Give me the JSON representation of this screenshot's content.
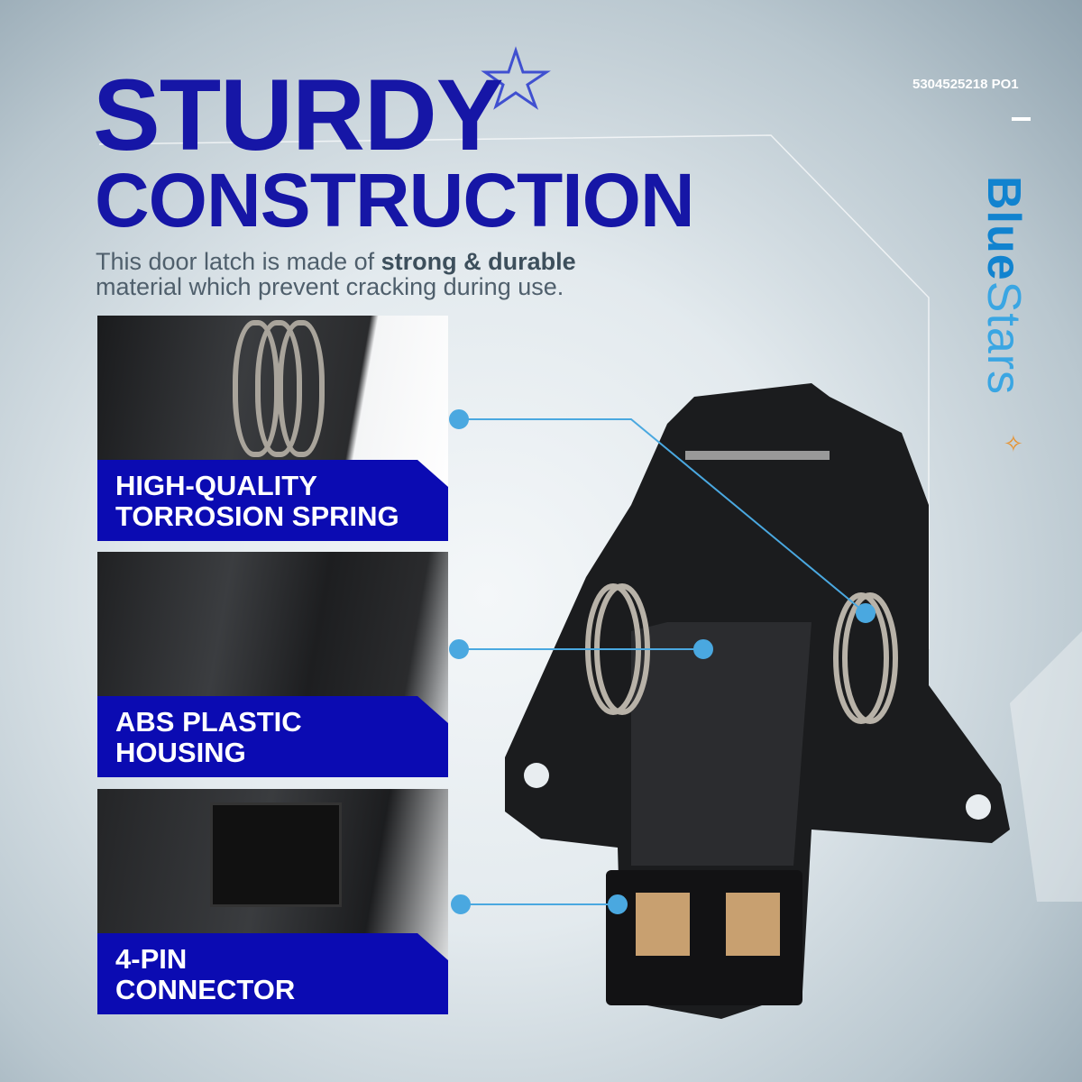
{
  "headline": {
    "line1": "STURDY",
    "line2": "CONSTRUCTION"
  },
  "description": {
    "part1": "This door latch is made of ",
    "bold": "strong & durable",
    "part2": "material which prevent cracking during use."
  },
  "part_code": "5304525218 PO1",
  "brand": {
    "name": "BlueStars",
    "part_a": "Blue",
    "part_b": "Stars"
  },
  "features": [
    {
      "line1": "HIGH-QUALITY",
      "line2": "TORROSION SPRING"
    },
    {
      "line1": "ABS PLASTIC",
      "line2": "HOUSING"
    },
    {
      "line1": "4-PIN",
      "line2": "CONNECTOR"
    }
  ],
  "colors": {
    "accent": "#1616a6",
    "banner": "#0b0bb2",
    "callout": "#4aa8e0",
    "logo_dark": "#1183cf",
    "logo_light": "#3aa6e3",
    "star": "#e8902a"
  }
}
